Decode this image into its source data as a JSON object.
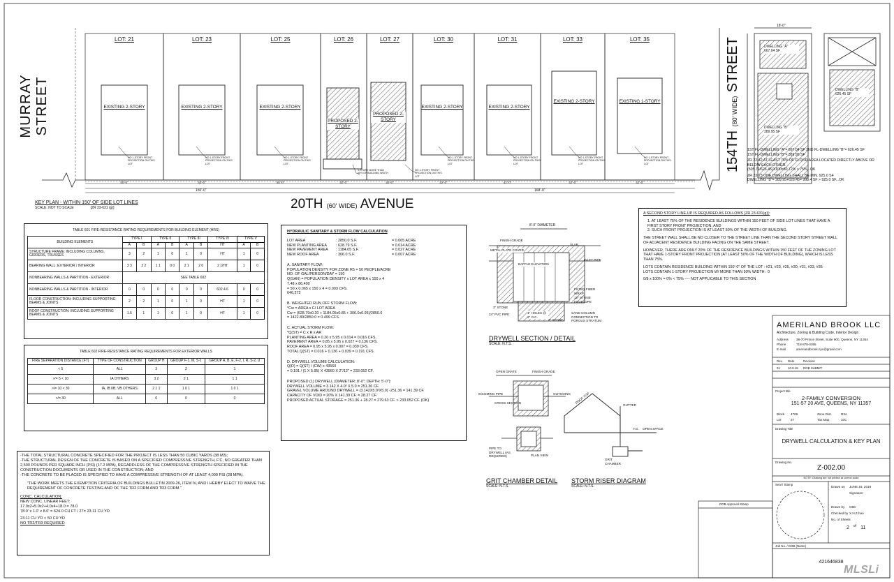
{
  "streets": {
    "murray": "MURRAY STREET",
    "street154": "154TH",
    "street154_width": "(80' WIDE)",
    "street154_suffix": "STREET",
    "avenue": "20TH",
    "avenue_width": "(60' WIDE)",
    "avenue_suffix": "AVENUE"
  },
  "lots": [
    {
      "label": "LOT: 21",
      "building": "EXISTING 2-STORY",
      "note": "NO 1-STORY FRONT PROJECTION ON THIS LOT",
      "width": "50'-0\""
    },
    {
      "label": "LOT: 23",
      "building": "EXISTING 2-STORY",
      "note": "NO 1-STORY FRONT PROJECTION ON THIS LOT",
      "width": "50'-0\""
    },
    {
      "label": "LOT: 25",
      "building": "EXISTING 2-STORY",
      "note": "NO 1-STORY FRONT PROJECTION ON THIS LOT",
      "width": "50'-0\""
    },
    {
      "label": "LOT: 26",
      "building": "PROPOSED 2-STORY",
      "note": "1-STORY MORE THAN 50% OF BUILDING WIDTH",
      "width": "40'-0\""
    },
    {
      "label": "LOT: 27",
      "building": "PROPOSED 2-STORY",
      "note": "NO 1-STORY FRONT PROJECTION ON THIS LOT",
      "width": "40'-0\""
    },
    {
      "label": "LOT: 30",
      "building": "EXISTING 2-STORY",
      "note": "NO 1-STORY FRONT PROJECTION ON THIS LOT",
      "width": "42'-0\""
    },
    {
      "label": "LOT: 31",
      "building": "EXISTING 2-STORY",
      "note": "NO 1-STORY FRONT PROJECTION ON THIS LOT",
      "width": "42'-0\""
    },
    {
      "label": "LOT: 33",
      "building": "EXISTING 2-STORY",
      "note": "NO 1-STORY FRONT PROJECTION ON THIS LOT",
      "width": "42'-0\""
    },
    {
      "label": "LOT: 35",
      "building": "EXISTING 1-STORY",
      "note": "NO 1-STORY FRONT PROJECTION ON THIS LOT",
      "width": "42'-0\""
    }
  ],
  "dims": {
    "left": "150'-0\"",
    "right": "168'-0\""
  },
  "key_plan": {
    "title": "KEY PLAN - WITHIN 150' OF SIDE LOT LINES",
    "ref": "[ZR 23-631 (g)]",
    "scale": "SCALE: NOT TO SCALE"
  },
  "dwelling": {
    "dim_top": "18'-0\"",
    "a_label": "DWELLING \"A\" 667.04 SF",
    "b_label": "DWELLING \"B\" 626.45 SF",
    "c_label": "DWELLING \"B\" 389.95 SF",
    "notes": [
      "1ST FL-DWELLING \"A\"= 667.04 SF   2ND FL-DWELLING \"B\"= 626.45 SF",
      "1ST FL-DWELLING \"B\"= 389.95 SF",
      "ZR 22-42 AT LEAST 75% OF FLOOR AREA LOCATED DIRECTLY ABOVE OR BELOW EACH OTHER.",
      "(505.71/626.45)X100=80.72% > 75%...OK",
      "ZR 23-23 ONE DWELLING SHALL BE MIN. 925.0 SF",
      "DWELLING \"B\"= 389.95+626.45= 998.4 SF > 925.0 SF...OK"
    ]
  },
  "table601": {
    "title": "TABLE 601 FIRE-RESISTANCE RATING REQUIREMENTS FOR BUILDING ELEMENT (HRS)",
    "types": [
      "BUILDING ELEMENTS",
      "TYPE I",
      "TYPE II",
      "TYPE III",
      "TYPE IV",
      "TYPE V"
    ],
    "sub": [
      "A",
      "B",
      "A",
      "B",
      "A",
      "B",
      "HT",
      "A",
      "B"
    ],
    "rows": [
      {
        "name": "STRUCTURE FRAME: INCLUDING COLUMNS, GIRDERS, TRUSSES",
        "v": [
          "3",
          "2",
          "1",
          "0",
          "1",
          "0",
          "HT",
          "1",
          "0"
        ]
      },
      {
        "name": "BEARING WALL: EXTERIOR / INTERIOR",
        "v": [
          "3 3",
          "2 2",
          "1 1",
          "0 0",
          "2 1",
          "2 0",
          "2 1/HT",
          "1",
          "0"
        ]
      },
      {
        "name": "NONBEARING WALLS & PARTITION - EXTERIOR",
        "v": [
          "SEE TABLE 602"
        ]
      },
      {
        "name": "NONBEARING WALLS & PARTITION - INTERIOR",
        "v": [
          "0",
          "0",
          "0",
          "0",
          "0",
          "0",
          "602.4.6",
          "0",
          "0"
        ]
      },
      {
        "name": "FLOOR CONSTRUCTION: INCLUDING SUPPORTING BEAMS & JOINTS",
        "v": [
          "2",
          "2",
          "1",
          "0",
          "1",
          "0",
          "HT",
          "1",
          "0"
        ]
      },
      {
        "name": "ROOF CONSTRUCTION: INCLUDING SUPPORTING BEAMS & JOINTS",
        "v": [
          "1.5",
          "1",
          "1",
          "0",
          "1",
          "0",
          "HT",
          "1",
          "0"
        ]
      }
    ]
  },
  "table602": {
    "title": "TABLE 602 FIRE-RESISTANCE RATING REQUIREMENTS FOR EXTERIOR WALLS",
    "headers": [
      "FIRE SEPARATION DISTANCE (FT)",
      "TYPE OF CONSTRUCTION",
      "GROUP H",
      "GROUP F-1, M, S-1",
      "GROUP A, B, E, F-2, I, R, S-2, U"
    ],
    "rows": [
      [
        "< 5",
        "ALL",
        "3",
        "2",
        "1"
      ],
      [
        ">/= 5 < 10",
        "IA OTHERS",
        "3 2",
        "2 1",
        "1 1"
      ],
      [
        ">/= 10 < 30",
        "IA, IB IIB, VB OTHERS",
        "2 1 1",
        "1 0 1",
        "1 0 1"
      ],
      [
        ">/= 30",
        "ALL",
        "0",
        "0",
        "0"
      ]
    ]
  },
  "notes_left": [
    "-THE TOTAL STRUCTURAL CONCRETE SPECIFIED FOR THE PROJECT IS LESS THAN 50 CUBIC YARDS (38 M3);",
    "-THE STRUCTURAL DESIGN OF THE CONCRETE IS BASED ON A SPECIFIED COMPRESSIVE STRENGTH, F'C, NO GREATER THAN 2,500 POUNDS PER SQUARE INCH (PSI) (17.2 MPA), REGARDLESS OF THE COMPRESSIVE STRENGTH SPECIFIED IN THE CONSTRUCTION DOCUMENTS OR USED IN THE CONSTRUCTION; AND",
    "-THE CONCRETE TO BE PLACED IS SPECIFIED TO HAVE A COMPRESSIVE STRENGTH OF AT LEAST 4,000 PSI (28 MPA).",
    "\"THE WORK MEETS THE EXEMPTION CRITERIA OF BUILDINGS BULLETIN 2009-26, ITEM IV, AND I HERBY ELECT TO WAIVE THE REQUIREMENT OF CONCRETE TESTING AND OF THE TR2 FORM AND TR3 FORM.\""
  ],
  "conc": {
    "title": "CONC. CALCULATION:",
    "lines": [
      "NEW CONC. LINEAR FEET:",
      "17.0x2+5.0x2+4.0x4+18.0 = 78.0",
      "78.0' x 1.0' x 8.0' = 624.0 CU FT / 27= 23.11 CU YD",
      "23.11 CU YD < 50 CU YD",
      "NO TR2/TR3 REQUIRED"
    ]
  },
  "hydraulic": {
    "title": "HYDRAULIC SANITARY & STORM FLOW CALCULATION",
    "areas": [
      [
        "LOT AREA",
        ": 2850.0 S.F.",
        "= 0.065 ACRE"
      ],
      [
        "NEW PLANTING AREA",
        ": 628.79 S.F.",
        "= 0.014 ACRE"
      ],
      [
        "NEW PAVEMENT AREA",
        ": 1184.05 S.F.",
        "= 0.027 ACRE"
      ],
      [
        "NEW ROOF AREA",
        ": 306.0 S.F.",
        "= 0.007 ACRE"
      ]
    ],
    "sections": [
      {
        "head": "A. SANITARY FLOW:",
        "lines": [
          "POPULATION DENSITY FOR ZONE R5 = 50 PEOPLE/ACRE",
          "NO. OF GAL/PERSON/DAY = 150",
          "Q(SAN) = POPULATION DENSITY x LOT AREA x 150 x 4",
          "7.48 x 86,400",
          "= 50 x 0.065 x 150 x 4    = 0.003 CFS.",
          "646,272"
        ]
      },
      {
        "head": "B. WEIGHTED RUN OFF STORM FLOW:",
        "lines": [
          "*Cw = AREA x C/ LOT AREA",
          "Cw = (628.79x0.20 + 1184.05x0.85 + 306.0x0.95)/2850.0",
          "= 1422.89/2850.0 = 0.499 CFS."
        ]
      },
      {
        "head": "C. ACTUAL STORM FLOW:",
        "lines": [
          "*Q(ST) = C x R x AR",
          "PLANTING AREA = 0.20 x 5.95 x 0.014 = 0.016 CFS.",
          "PAVEMENT AREA = 0.85 x 5.95 x 0.027 = 0.136 CFS.",
          "ROOF AREA = 0.95 x 5.95 x 0.007 = 0.039 CFS.",
          "TOTAL Q(ST) = 0.016 + 0.136 + 0.039 = 0.191 CFS."
        ]
      },
      {
        "head": "D. DRYWELL VOLUME CALCULATION:",
        "lines": [
          "Q(D) = Q(ST) / (CW) x 43560",
          "= 0.191 / (1 X 5.95) X 43560 X 2\"/12\" = 233.052 CF."
        ]
      },
      {
        "head": "PROPOSED (1) DRYWELL (DIAMETER: 8'-0\"; DEPTH: 5'-0\"):",
        "lines": [
          "DRYWELL VOLUME = 3.142 X 4.0² X 5.0 = 251.36 CF.",
          "GRAVEL VOLUME AROUND DRYWELL = (3.142X5.0²X5.0) -251.36 = 141.39 CF.",
          "CAPACITY OF VOID = 20% X 141.39 CF. = 28.27 CF.",
          "PROPOSED ACTUAL STORAGE = 251.36 + 28.27 = 279.63 CF. > 233.052 CF. (OK)"
        ]
      }
    ]
  },
  "drywell": {
    "diameter": "8'-0\" DIAMETER",
    "labels": [
      "FINISH GRADE",
      "METAL PLATE COVER",
      "SLAB",
      "INLET PIPE",
      "BAFFLE ELEVATION",
      "FILTER FIBER WRAP",
      "12\" STONE ENVELOPE",
      "3\" STONE",
      "24\" PVC PIPE",
      "1\" HOLES @ 6\" O.C.",
      "SAND COLUMN CONNECTION TO POROUS STRATUM",
      "3\" STONE"
    ],
    "title": "DRYWELL SECTION / DETAIL",
    "scale": "SCALE: N.T.S."
  },
  "grit": {
    "labels": [
      "OPEN GRATE",
      "FINISH GRADE",
      "INCOMING PIPE",
      "CROSS SECTION",
      "OUTGOING",
      "PIPE TO DRYWELL (AS REQUIRED)",
      "PLAN VIEW"
    ],
    "title": "GRIT CHAMBER DETAIL",
    "scale": "SCALE: N.T.S."
  },
  "riser": {
    "labels": [
      "ROOF TOP",
      "GUTTER",
      "Y.G.",
      "OPEN SPACE",
      "GRIT CHAMBER"
    ],
    "title": "STORM RISER DIAGRAM",
    "scale": "SCALE: N.T.S."
  },
  "zr_notes": {
    "title": "A SECOND STORY LINE-UP IS REQUIRED AS FOLLOWS [ZR 23-631(g)]:",
    "items": [
      "1. AT LEAST 75% OF THE RESIDENCE BUILDINGS WITHIN 150 FEET OF SIDE LOT LINES THAT HAVE A FIRST STORY FRONT PROJECTION, AND",
      "2. SUCH FRONT PROJECTION IS AT LEAST 50% OF THE WIDTH OF BUILDING.",
      "THE STREET WALL SHALL BE NO CLOSER TO THE STREET LINE THAN THE SECOND STORY STREET WALL OF ADJACENT RESIDENCE BUILDING FACING ON THE SAME STREET.",
      "HOWEVER, THERE ARE ONLY 20% OF THE RESIDENCE BUILDINGS WITHIN 150 FEET OF THE ZONING LOT THAT HAVE 1-STORY FRONT PROJECTION (AT LEAST 50% OF THE WIDTH OF BUILDING), WHICH IS LESS THAN 75%.",
      "LOTS CONTAIN RESIDENCE BUILDING WITHIN 150'-0\" OF THE LOT  : #21, #23, #25, #30, #31, #33, #35",
      "LOTS CONTAIN 1-STORY PROJECTION W/ MORE THAN 50% WIDTH  : 0",
      "0/8 x 100% = 0% < 75% ---- NOT APPLICABLE TO THIS SECTION"
    ]
  },
  "title_block": {
    "firm": "AMERILAND BROOK LLC",
    "tagline": "Architecture, Zoning & Building Code, Interior Design",
    "address_label": "Address",
    "address": "38-70 Prince Street, Suite 900, Queens, NY 11354",
    "phone_label": "Phone",
    "phone": "718-878-0355",
    "email_label": "E-mail",
    "email": "ameriandbrook.nyc@gmail.com",
    "rev_headers": [
      "Rev.",
      "Date",
      "Revision"
    ],
    "rev_row": [
      "01",
      "10.9.18",
      "DOB SUBMIT"
    ],
    "project_label": "Project title",
    "project": "2-FAMILY CONVERSION",
    "project_addr": "151-57 20 AVE, QUEENS, NY 11357",
    "block_label": "Block",
    "block": "4706",
    "zone_label": "Zone Dist.",
    "zone": "R3A",
    "lot_label": "Lot",
    "lot": "27",
    "taxmap_label": "Tax Map",
    "taxmap": "10C",
    "drawing_title_label": "Drawing Title",
    "drawing_title": "DRYWELL CALCULATION & KEY PLAN",
    "drawing_no_label": "Drawing No.",
    "drawing_no": "Z-002.00",
    "note": "NOTE: Drawing are not printed at correct scale",
    "seal_label": "Seal / Stamp",
    "dob_label": "DOB Approval Stamp",
    "drawn_on_label": "Drawn on",
    "drawn_on": "JUNE 18, 2018",
    "signature_label": "Signature",
    "drawn_by_label": "Drawn by",
    "drawn_by": "CBK",
    "checked_label": "Checked by",
    "checked": "X.H.Z.hao",
    "sheets_label": "No. of Sheets",
    "sheet_no": "2",
    "sheet_of": "of",
    "sheet_total": "11",
    "job_label": "Job No. / DOB (Name)",
    "job": "421646838"
  },
  "watermark": "MLSLi"
}
